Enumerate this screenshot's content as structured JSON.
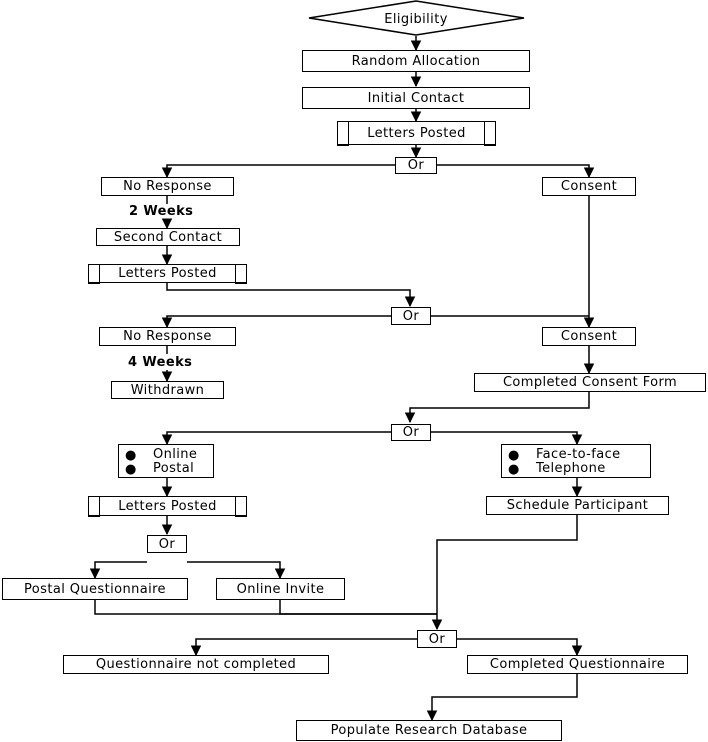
{
  "flowchart": {
    "eligibility": "Eligibility",
    "random_allocation": "Random Allocation",
    "initial_contact": "Initial Contact",
    "letters_posted_1": "Letters Posted",
    "or_1": "Or",
    "no_response_1": "No Response",
    "consent_1": "Consent",
    "wait_2_weeks": "2 Weeks",
    "second_contact": "Second Contact",
    "letters_posted_2": "Letters Posted",
    "or_2": "Or",
    "no_response_2": "No Response",
    "consent_2": "Consent",
    "wait_4_weeks": "4 Weeks",
    "withdrawn": "Withdrawn",
    "completed_consent_form": "Completed Consent Form",
    "or_3": "Or",
    "remote_methods": [
      "Online",
      "Postal"
    ],
    "direct_methods": [
      "Face-to-face",
      "Telephone"
    ],
    "letters_posted_3": "Letters Posted",
    "schedule_participant": "Schedule Participant",
    "or_4": "Or",
    "postal_questionnaire": "Postal Questionnaire",
    "online_invite": "Online Invite",
    "or_5": "Or",
    "questionnaire_not_completed": "Questionnaire not completed",
    "completed_questionnaire": "Completed Questionnaire",
    "populate_research_database": "Populate Research Database"
  }
}
